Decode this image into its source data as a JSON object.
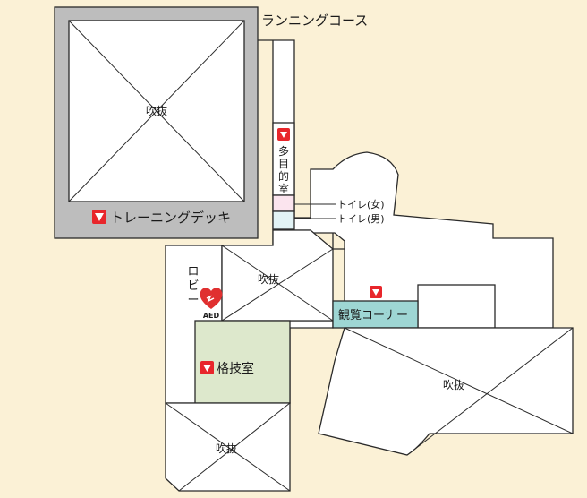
{
  "labels": {
    "running_course": "ランニングコース",
    "void": "吹抜",
    "training_deck": "トレーニングデッキ",
    "multipurpose_room": [
      "多",
      "目",
      "的",
      "室"
    ],
    "toilet_female": "トイレ(女)",
    "toilet_male": "トイレ(男)",
    "lobby": [
      "ロ",
      "ビ",
      "ー"
    ],
    "aed": "AED",
    "viewing_corner": "観覧コーナー",
    "martial_arts_room": "格技室"
  },
  "colors": {
    "background": "#fbf1d6",
    "floor": "#ffffff",
    "wall": "#2a2a2a",
    "deck": "#bdbdbd",
    "martial_arts": "#dde8cc",
    "viewing": "#9ed6d4",
    "toilet_female": "#fbe4ee",
    "toilet_male": "#e2f3f5",
    "marker": "#e8262b",
    "aed_heart": "#e03030"
  },
  "icons": {
    "location_marker": "down-triangle-marker-icon",
    "aed": "aed-heart-icon"
  }
}
